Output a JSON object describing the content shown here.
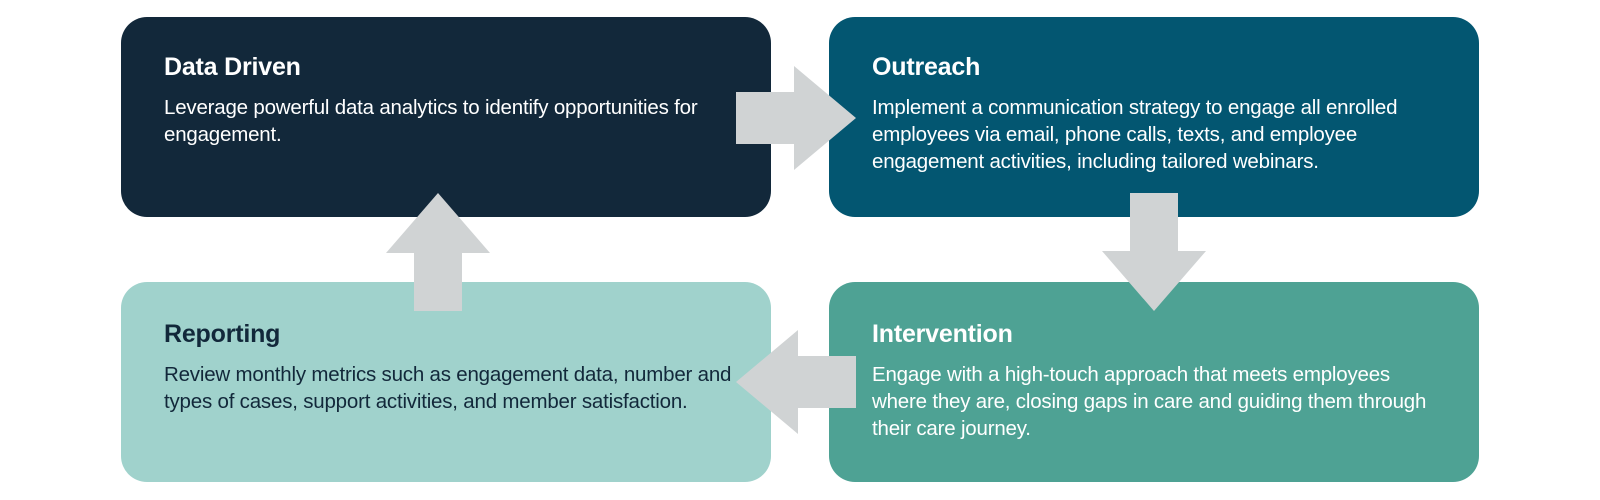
{
  "colors": {
    "data_driven_bg": "#12283a",
    "outreach_bg": "#035671",
    "intervention_bg": "#4ea294",
    "reporting_bg": "#a0d2cc",
    "arrow": "#d0d3d4",
    "dark_text": "#12283a",
    "light_text": "#ffffff"
  },
  "steps": [
    {
      "title": "Data Driven",
      "description": "Leverage powerful data analytics to identify opportunities for engagement."
    },
    {
      "title": "Outreach",
      "description": "Implement a communication strategy to engage all enrolled employees via email, phone calls, texts, and employee engagement activities, including tailored webinars."
    },
    {
      "title": "Intervention",
      "description": "Engage with a high-touch approach that meets employees where they are, closing gaps in care and guiding them through their care journey."
    },
    {
      "title": "Reporting",
      "description": "Review monthly metrics such as engagement data, number and types of cases, support activities, and member satisfaction."
    }
  ]
}
